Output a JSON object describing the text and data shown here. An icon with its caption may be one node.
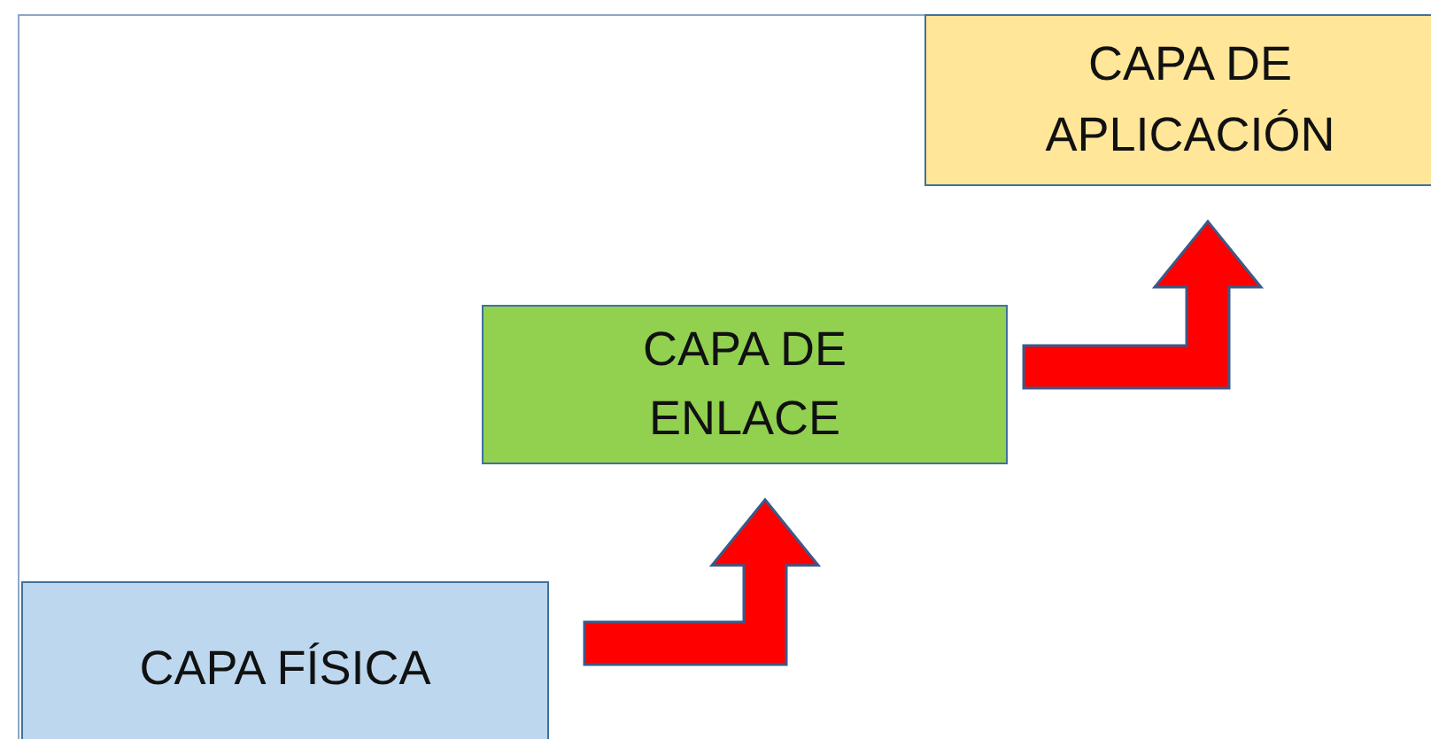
{
  "diagram": {
    "nodes": [
      {
        "text": [
          "CAPA FÍSICA"
        ]
      },
      {
        "text": [
          "CAPA DE ENLACE"
        ]
      },
      {
        "text": [
          "CAPA DE APLICACIÓN"
        ]
      }
    ],
    "edges": [
      {
        "from": 0,
        "to": 1,
        "arrow": "to"
      },
      {
        "from": 1,
        "to": 2,
        "arrow": "to"
      }
    ]
  }
}
